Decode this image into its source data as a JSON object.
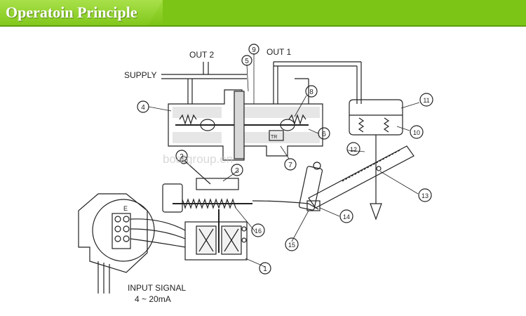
{
  "header": {
    "title": "Operatoin Principle",
    "accent_color": "#7cc416"
  },
  "diagram": {
    "labels": {
      "supply": "SUPPLY",
      "out1": "OUT 1",
      "out2": "OUT 2",
      "input_signal_line1": "INPUT SIGNAL",
      "input_signal_line2": "4 ~ 20mA",
      "terminal_e": "E"
    },
    "callouts": [
      "1",
      "2",
      "3",
      "4",
      "5",
      "6",
      "7",
      "8",
      "9",
      "10",
      "11",
      "12",
      "13",
      "14",
      "15",
      "16"
    ],
    "watermark": "boatgroup.en"
  }
}
